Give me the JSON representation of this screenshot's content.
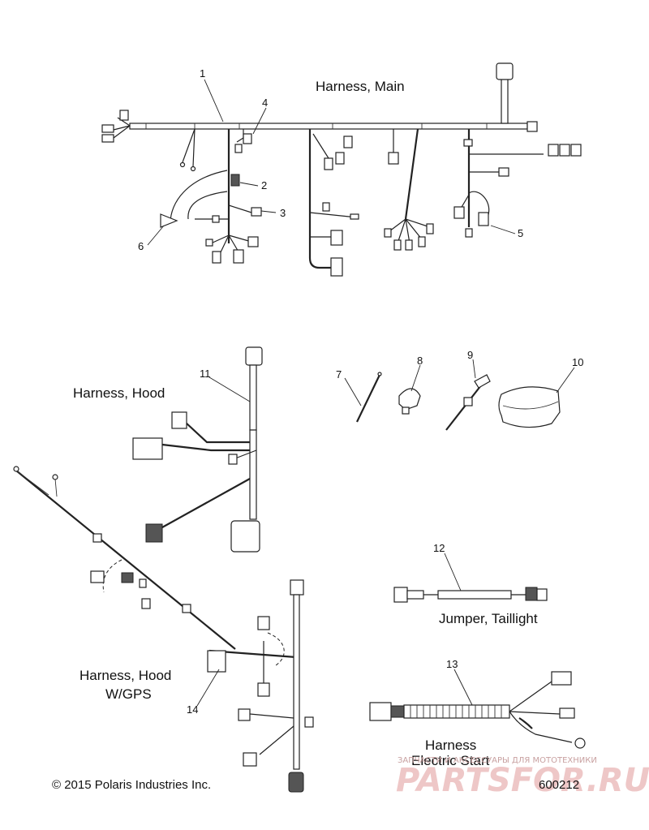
{
  "groups": {
    "main": "Harness, Main",
    "hood": "Harness, Hood",
    "hood_gps_1": "Harness, Hood",
    "hood_gps_2": "W/GPS",
    "jumper": "Jumper, Taillight",
    "estart_1": "Harness",
    "estart_2": "Electric Start"
  },
  "callouts": [
    "1",
    "2",
    "3",
    "4",
    "5",
    "6",
    "7",
    "8",
    "9",
    "10",
    "11",
    "12",
    "13",
    "14"
  ],
  "footer": {
    "copyright": "© 2015 Polaris Industries Inc.",
    "diagram_id": "600212"
  },
  "watermark": {
    "brand": "PARTSFOR.RU",
    "tagline": "ЗАПЧАСТИ И АКСЕССУАРЫ ДЛЯ МОТОТЕХНИКИ"
  },
  "colors": {
    "line": "#222222",
    "watermark": "#e8b4b4"
  }
}
